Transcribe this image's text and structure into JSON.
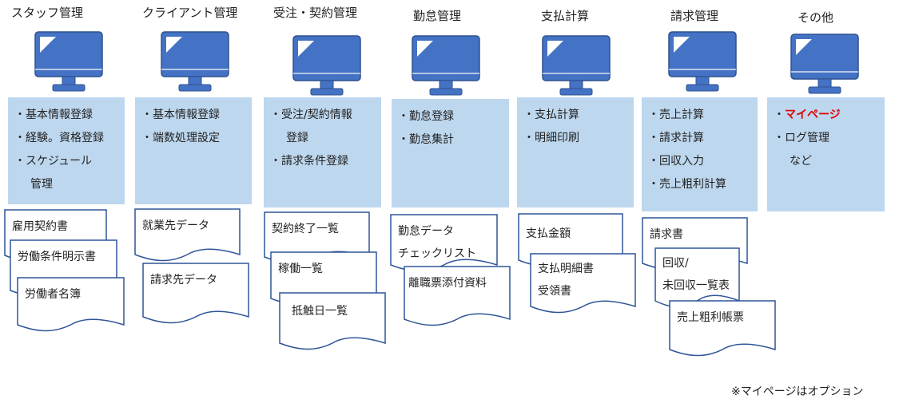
{
  "columns": [
    {
      "title": "スタッフ管理",
      "items": [
        "・基本情報登録",
        "・経験。資格登録",
        "・スケジュール",
        "管理"
      ]
    },
    {
      "title": "クライアント管理",
      "items": [
        "・基本情報登録",
        "・端数処理設定"
      ]
    },
    {
      "title": "受注・契約管理",
      "items": [
        "・受注/契約情報",
        "登録",
        "・請求条件登録"
      ]
    },
    {
      "title": "勤怠管理",
      "items": [
        "・勤怠登録",
        "・勤怠集計"
      ]
    },
    {
      "title": "支払計算",
      "items": [
        "・支払計算",
        "・明細印刷"
      ]
    },
    {
      "title": "請求管理",
      "items": [
        "・売上計算",
        "・請求計算",
        "・回収入力",
        "・売上粗利計算"
      ]
    },
    {
      "title": "その他",
      "items": [
        "・",
        "マイページ",
        "・ログ管理",
        "など"
      ]
    }
  ],
  "documents": {
    "staff": [
      "雇用契約書",
      "労働条件明示書",
      "労働者名簿"
    ],
    "client": [
      "就業先データ",
      "請求先データ"
    ],
    "contract": [
      "契約終了一覧",
      "稼働一覧",
      "抵触日一覧"
    ],
    "attendance": [
      "勤怠データ",
      "チェックリスト",
      "離職票添付資料"
    ],
    "payment": [
      "支払金額",
      "支払明細書",
      "受領書"
    ],
    "billing": [
      "請求書",
      "回収/",
      "未回収一覧表",
      "売上粗利帳票"
    ]
  },
  "footnote": "※マイページはオプション",
  "colors": {
    "monitor": "#4472c4",
    "box": "#bdd7ee",
    "doc_border": "#2f5597",
    "highlight": "#e00000"
  }
}
